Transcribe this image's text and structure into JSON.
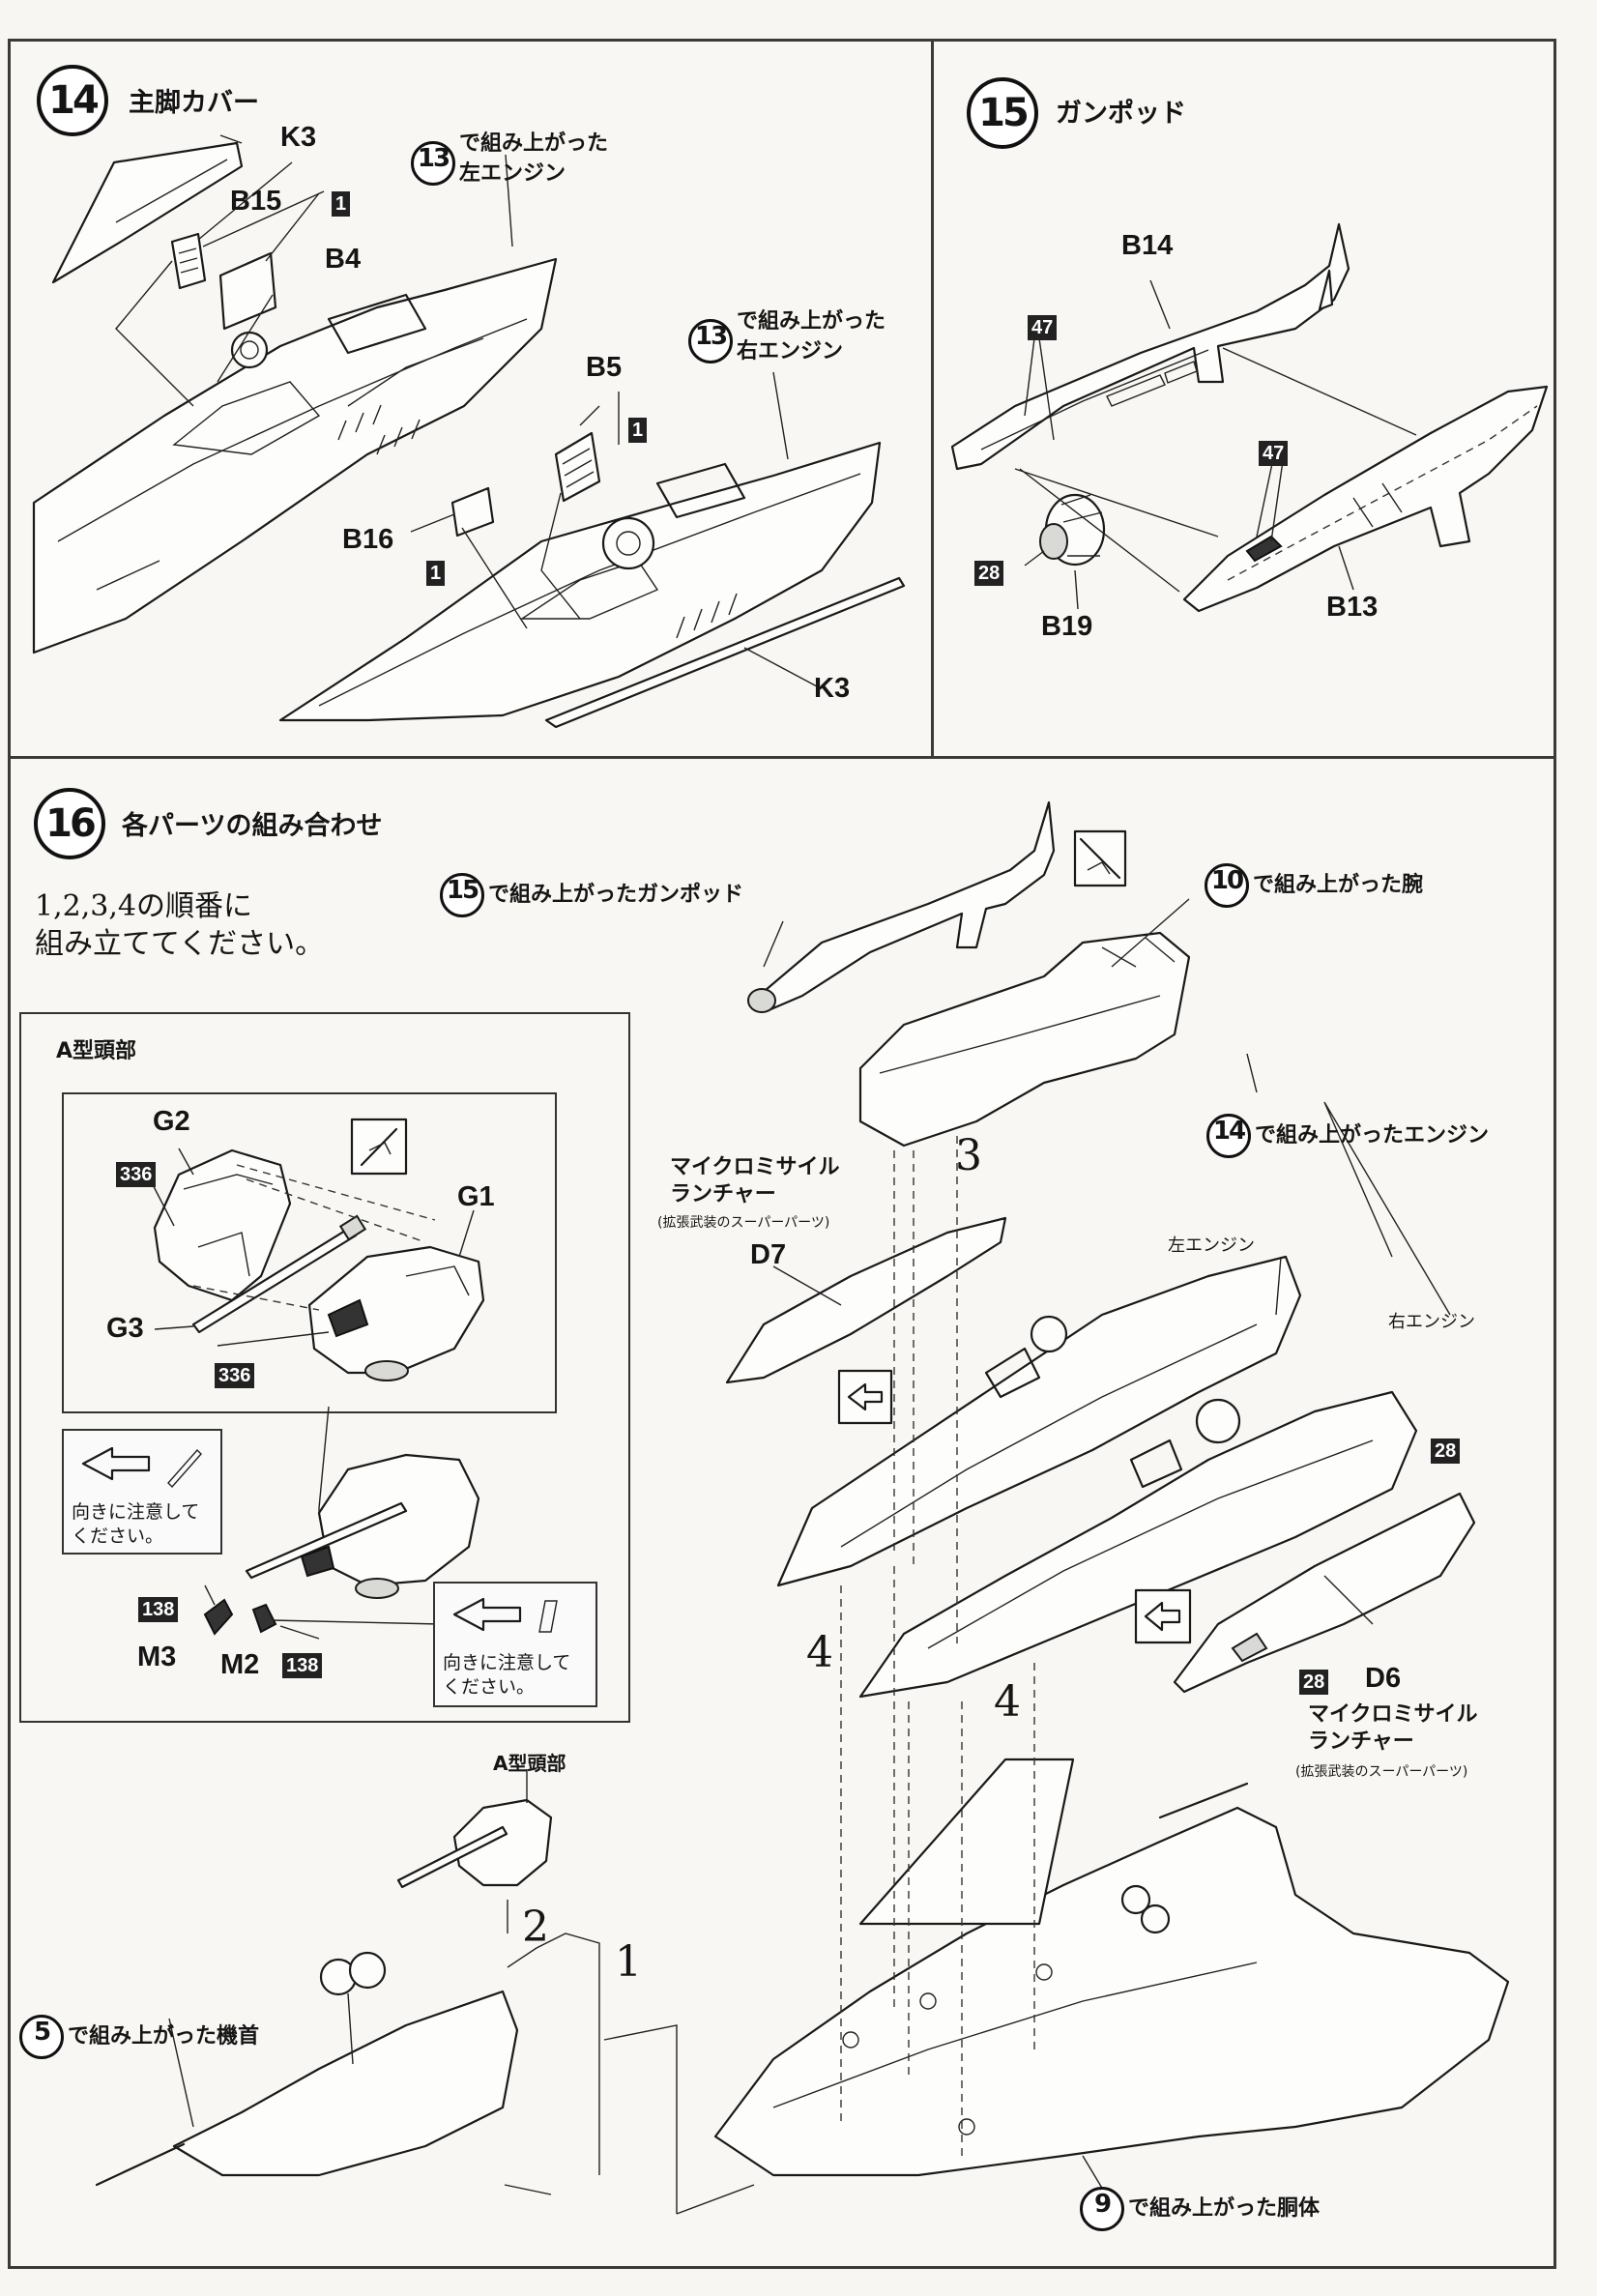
{
  "step14": {
    "number": "14",
    "title": "主脚カバー",
    "parts": {
      "k3_top": "K3",
      "b15": "B15",
      "b4": "B4",
      "b5": "B5",
      "b16": "B16",
      "k3_bottom": "K3"
    },
    "badges": {
      "one_a": "1",
      "one_b": "1",
      "one_c": "1"
    },
    "ref_left": {
      "num": "13",
      "line1": "で組み上がった",
      "line2": "左エンジン"
    },
    "ref_right": {
      "num": "13",
      "line1": "で組み上がった",
      "line2": "右エンジン"
    }
  },
  "step15": {
    "number": "15",
    "title": "ガンポッド",
    "parts": {
      "b14": "B14",
      "b13": "B13",
      "b19": "B19"
    },
    "badges": {
      "b47a": "47",
      "b47b": "47",
      "b28": "28"
    }
  },
  "step16": {
    "number": "16",
    "title": "各パーツの組み合わせ",
    "instruction_line1": "1,2,3,4の順番に",
    "instruction_line2": "組み立ててください。",
    "head_box_title": "A型頭部",
    "head_parts": {
      "g2": "G2",
      "g1": "G1",
      "g3": "G3",
      "m3": "M3",
      "m2": "M2"
    },
    "head_badges": {
      "b336a": "336",
      "b336b": "336",
      "b138a": "138",
      "b138b": "138"
    },
    "caution_text_1": "向きに注意して",
    "caution_text_2": "ください。",
    "ref_gunpod": {
      "num": "15",
      "text": "で組み上がったガンポッド"
    },
    "ref_arm": {
      "num": "10",
      "text": "で組み上がった腕"
    },
    "ref_engine": {
      "num": "14",
      "text": "で組み上がったエンジン"
    },
    "ref_nose": {
      "num": "5",
      "text": "で組み上がった機首"
    },
    "ref_body": {
      "num": "9",
      "text": "で組み上がった胴体"
    },
    "left_engine": "左エンジン",
    "right_engine": "右エンジン",
    "missile_d7": {
      "line1": "マイクロミサイル",
      "line2": "ランチャー",
      "line3": "(拡張武装のスーパーパーツ)",
      "part": "D7"
    },
    "missile_d6": {
      "line1": "マイクロミサイル",
      "line2": "ランチャー",
      "line3": "(拡張武装のスーパーパーツ)",
      "part": "D6"
    },
    "badge_28a": "28",
    "badge_28b": "28",
    "head_label": "A型頭部",
    "seq": {
      "one": "1",
      "two": "2",
      "three": "3",
      "four_a": "4",
      "four_b": "4"
    }
  }
}
